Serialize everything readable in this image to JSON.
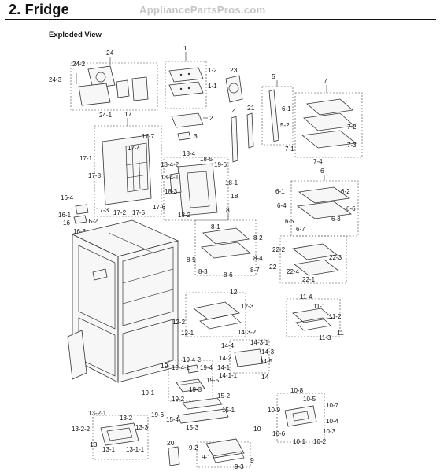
{
  "header": {
    "title": "2. Fridge",
    "watermark": "AppliancePartsPros.com",
    "subtitle": "Exploded View"
  },
  "labels": {
    "l24": "24",
    "l24_2": "24-2",
    "l24_3": "24-3",
    "l24_1": "24-1",
    "l1": "1",
    "l1_2": "1-2",
    "l1_1": "1-1",
    "l2": "2",
    "l3": "3",
    "l23": "23",
    "l5": "5",
    "l6_1": "6-1",
    "l5_2": "5-2",
    "l21": "21",
    "l4": "4",
    "l7": "7",
    "l7_2": "7-2",
    "l7_3": "7-3",
    "l7_1": "7-1",
    "l7_4": "7-4",
    "l17": "17",
    "l17_7": "17-7",
    "l17_4": "17-4",
    "l17_1": "17-1",
    "l17_8": "17-8",
    "l17_3": "17-3",
    "l17_2": "17-2",
    "l17_5": "17-5",
    "l17_6": "17-6",
    "l18_4": "18-4",
    "l18_5": "18-5",
    "l18_4_2": "18-4-2",
    "l18_4_1": "18-4-1",
    "l19_6": "19-6",
    "l18_1": "18-1",
    "l18_3": "18-3",
    "l18": "18",
    "l18_2": "18-2",
    "l6": "6",
    "l6_1b": "6-1",
    "l6_2": "6-2",
    "l6_4": "6-4",
    "l6_6": "6-6",
    "l6_3": "6-3",
    "l6_5": "6-5",
    "l6_7": "6-7",
    "l16_4": "16-4",
    "l16_1": "16-1",
    "l16": "16",
    "l16_2": "16-2",
    "l16_3": "16-3",
    "l8": "8",
    "l8_1": "8-1",
    "l8_2": "8-2",
    "l8_4": "8-4",
    "l8_5": "8-5",
    "l8_3": "8-3",
    "l8_6": "8-6",
    "l8_7": "8-7",
    "l22_2": "22-2",
    "l22_3": "22-3",
    "l22": "22",
    "l22_4": "22-4",
    "l22_1": "22-1",
    "l12": "12",
    "l12_3": "12-3",
    "l12_2": "12-2",
    "l12_1": "12-1",
    "l11_4": "11-4",
    "l11_1": "11-1",
    "l11_2": "11-2",
    "l11_3": "11-3",
    "l11": "11",
    "l14_3_2": "14-3-2",
    "l14_3_1": "14-3-1",
    "l14_4": "14-4",
    "l14_3": "14-3",
    "l14_2": "14-2",
    "l14_5": "14-5",
    "l14_1": "14-1",
    "l14_1_1": "14-1-1",
    "l14": "14",
    "l19": "19",
    "l19_4_2": "19-4-2",
    "l19_4_1": "19-4-1",
    "l19_4": "19-4",
    "l19_5": "19-5",
    "l19_1": "19-1",
    "l19_3": "19-3",
    "l19_2": "19-2",
    "l19_6b": "19-6",
    "l15_2": "15-2",
    "l15_1": "15-1",
    "l15_4": "15-4",
    "l15_3": "15-3",
    "l10_8": "10-8",
    "l10_5": "10-5",
    "l10_7": "10-7",
    "l10_9": "10-9",
    "l10_4": "10-4",
    "l10": "10",
    "l10_6": "10-6",
    "l10_3": "10-3",
    "l10_1": "10-1",
    "l10_2": "10-2",
    "l13_2_1": "13-2-1",
    "l13_2": "13-2",
    "l13_2_2": "13-2-2",
    "l13_3": "13-3",
    "l13": "13",
    "l13_1": "13-1",
    "l13_1_1": "13-1-1",
    "l20": "20",
    "l9_2": "9-2",
    "l9_1": "9-1",
    "l9": "9",
    "l9_3": "9-3"
  }
}
